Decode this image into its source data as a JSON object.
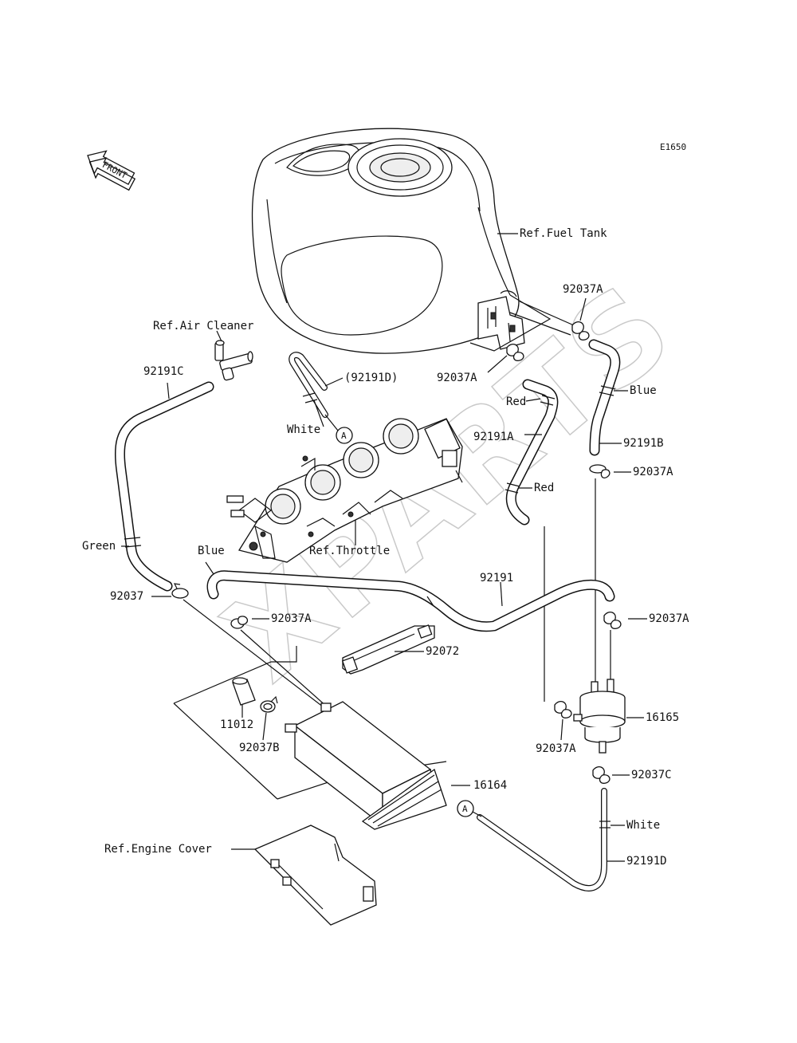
{
  "diagram_code": "E1650",
  "front_label": "FRONT",
  "labels": {
    "fuel_tank": "Ref.Fuel Tank",
    "air_cleaner": "Ref.Air Cleaner",
    "throttle": "Ref.Throttle",
    "engine_cover": "Ref.Engine Cover",
    "hose_92191C": "92191C",
    "hose_92191D_paren": "(92191D)",
    "hose_92191A": "92191A",
    "hose_92191B": "92191B",
    "hose_92191": "92191",
    "hose_92191D": "92191D",
    "clamp_92037": "92037",
    "clamp_92037A_top_right": "92037A",
    "clamp_92037A_tank": "92037A",
    "clamp_92037A_right_mid": "92037A",
    "clamp_92037A_center": "92037A",
    "clamp_92037A_far_right": "92037A",
    "clamp_92037A_lower": "92037A",
    "clamp_92037B": "92037B",
    "clamp_92037C": "92037C",
    "band_92072": "92072",
    "collar_11012": "11012",
    "separator_16165": "16165",
    "canister_16164": "16164",
    "color_white_top": "White",
    "color_white_bottom": "White",
    "color_green": "Green",
    "color_blue_left": "Blue",
    "color_blue_right": "Blue",
    "color_red_top": "Red",
    "color_red_mid": "Red",
    "ref_a_top": "A",
    "ref_a_bottom": "A"
  },
  "watermark": "XPARTS"
}
